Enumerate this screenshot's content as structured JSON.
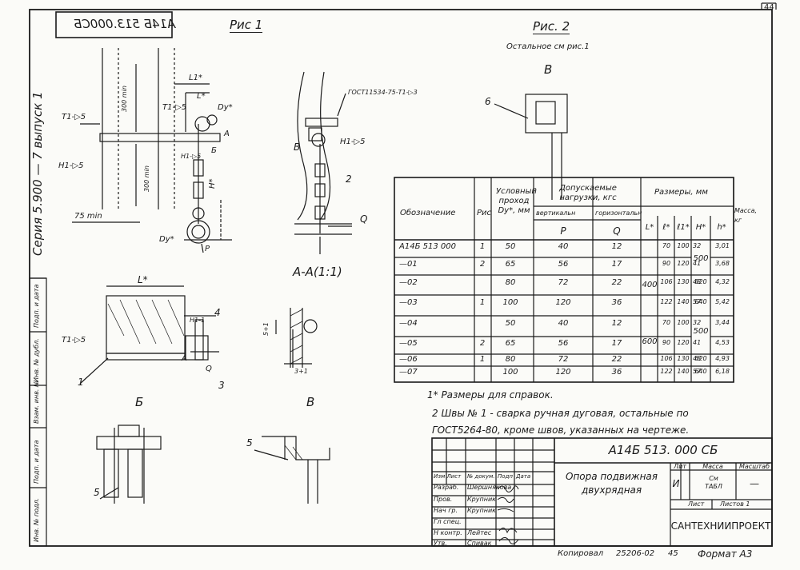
{
  "sheet": {
    "page_number": "44",
    "stamp_mirrored": "A14Б 513.000СБ",
    "series_vertical": "Серия 5.900 — 7   выпуск 1"
  },
  "left_strip": [
    "Подп. и дата",
    "Инв. № дубл.",
    "Взам. инв. №",
    "Подп. и дата",
    "Инв. № подл."
  ],
  "fig1": {
    "title": "Рис 1",
    "labels": [
      "300 min",
      "300 min",
      "L1*",
      "L*",
      "Dy*",
      "T1-▷5",
      "T1-▷5",
      "H1-▷5",
      "H1-▷5",
      "75 min",
      "H*",
      "Dy*",
      "P",
      "Б",
      "А"
    ]
  },
  "fig2": {
    "title": "Рис. 2",
    "subtitle": "Остальное см рис.1",
    "view_label": "В",
    "callout": "6"
  },
  "side_view": {
    "gost_label": "ГОСТ11534-75-Т1-▷3",
    "labels": [
      "В",
      "Н1-▷5",
      "2",
      "Q"
    ]
  },
  "section_aa": {
    "title": "А-А(1:1)",
    "labels": [
      "5+1",
      "3+1"
    ]
  },
  "bottom_view": {
    "labels": [
      "L*",
      "Т1-▷5",
      "Н1-1",
      "4",
      "1",
      "А",
      "3",
      "Q"
    ],
    "caption": "Б"
  },
  "view_b_small": {
    "caption": "В"
  },
  "detail_b": {
    "callout": "5"
  },
  "detail_v": {
    "callout": "5"
  },
  "table": {
    "headers": {
      "designation": "Обозначение",
      "fig": "Рис",
      "dn": "Условный проход Dy*, мм",
      "loads": "Допускаемые нагрузки, кгс",
      "vertical": "вертикальн",
      "horizontal": "горизонтальн",
      "P": "P",
      "Q": "Q",
      "sizes": "Размеры, мм",
      "L": "L*",
      "l": "ℓ*",
      "l1": "ℓ1*",
      "H": "H*",
      "h": "h*",
      "mass": "Масса, кг"
    },
    "L_groups": [
      "400",
      "600"
    ],
    "H_groups": [
      "500",
      "500"
    ],
    "rows": [
      {
        "designation": "А14Б 513 000",
        "fig": "1",
        "dn": "50",
        "P": "40",
        "Q": "12",
        "l": "70",
        "l1": "100",
        "H": "",
        "h": "32",
        "mass": "3,01"
      },
      {
        "designation": "—01",
        "fig": "2",
        "dn": "65",
        "P": "56",
        "Q": "17",
        "l": "90",
        "l1": "120",
        "H": "",
        "h": "41",
        "mass": "3,68"
      },
      {
        "designation": "—02",
        "fig": "",
        "dn": "80",
        "P": "72",
        "Q": "22",
        "l": "106",
        "l1": "130",
        "H": "620",
        "h": "48",
        "mass": "4,32"
      },
      {
        "designation": "—03",
        "fig": "1",
        "dn": "100",
        "P": "120",
        "Q": "36",
        "l": "122",
        "l1": "140",
        "H": "640",
        "h": "57",
        "mass": "5,42"
      },
      {
        "designation": "—04",
        "fig": "",
        "dn": "50",
        "P": "40",
        "Q": "12",
        "l": "70",
        "l1": "100",
        "H": "",
        "h": "32",
        "mass": "3,44"
      },
      {
        "designation": "—05",
        "fig": "2",
        "dn": "65",
        "P": "56",
        "Q": "17",
        "l": "90",
        "l1": "120",
        "H": "",
        "h": "41",
        "mass": "4,53"
      },
      {
        "designation": "—06",
        "fig": "1",
        "dn": "80",
        "P": "72",
        "Q": "22",
        "l": "106",
        "l1": "130",
        "H": "620",
        "h": "48",
        "mass": "4,93"
      },
      {
        "designation": "—07",
        "fig": "",
        "dn": "100",
        "P": "120",
        "Q": "36",
        "l": "122",
        "l1": "140",
        "H": "640",
        "h": "57",
        "mass": "6,18"
      }
    ]
  },
  "notes": {
    "n1": "1* Размеры для справок.",
    "n2a": "2 Швы № 1 - сварка ручная дуговая, остальные по",
    "n2b": "ГОСТ5264-80, кроме швов, указанных на чертеже."
  },
  "title_block": {
    "code": "А14Б 513. 000 СБ",
    "name_line1": "Опора подвижная",
    "name_line2": "двухрядная",
    "lit_label": "Лит",
    "mass_label": "Масса",
    "scale_label": "Масштаб",
    "lit_value": "И",
    "mass_value": "См ТАБЛ",
    "scale_value": "—",
    "sheet_label": "Лист",
    "sheets_label": "Листов 1",
    "org": "САНТЕХНИИПРОЕКТ",
    "rows": [
      {
        "role": "Изм Лист",
        "name": "№ докум.",
        "sign": "Подп",
        "date": "Дата"
      },
      {
        "role": "Разраб.",
        "name": "Шершнякова",
        "sign": "",
        "date": ""
      },
      {
        "role": "Пров.",
        "name": "Крупник",
        "sign": "",
        "date": ""
      },
      {
        "role": "Нач гр.",
        "name": "Крупник",
        "sign": "",
        "date": ""
      },
      {
        "role": "Гл спец.",
        "name": "",
        "sign": "",
        "date": ""
      },
      {
        "role": "Н контр.",
        "name": "Лейтес",
        "sign": "",
        "date": ""
      },
      {
        "role": "Утв.",
        "name": "Спивак",
        "sign": "",
        "date": ""
      }
    ]
  },
  "footer": {
    "copied": "Копировал",
    "number": "25206-02",
    "number2": "45",
    "format": "Формат А3"
  }
}
